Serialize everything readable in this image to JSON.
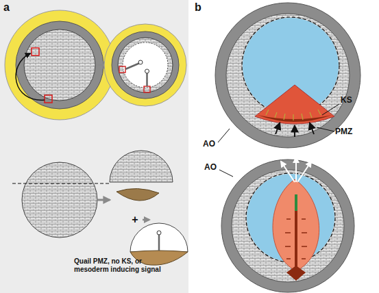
{
  "diagram": {
    "labels": [
      "a",
      "b",
      "KS",
      "PMZ",
      "AO",
      "AO",
      "Quail PMZ, no KS, or mesoderm inducing signal"
    ]
  }
}
